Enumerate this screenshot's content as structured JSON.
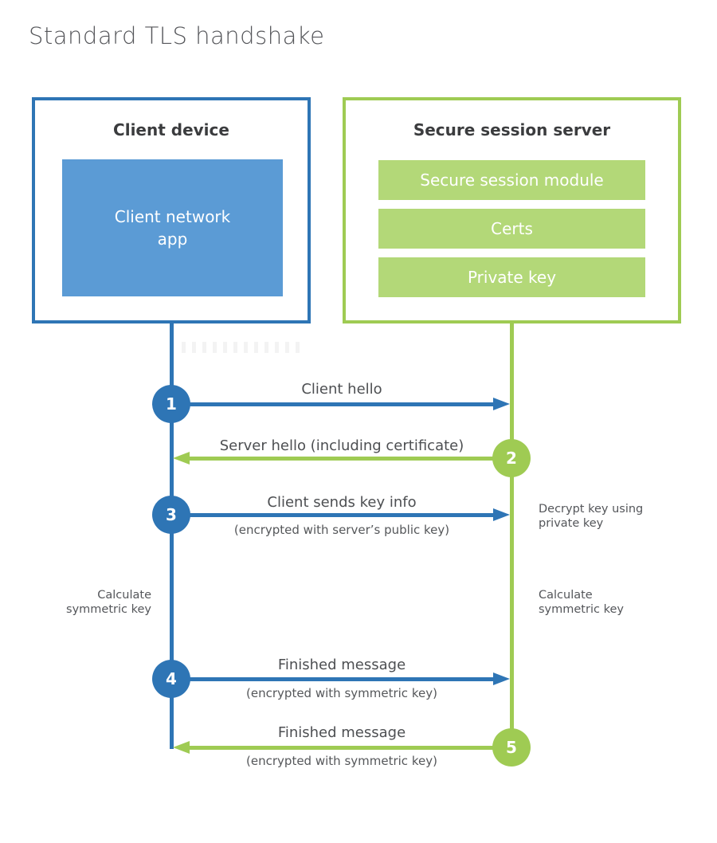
{
  "title": "Standard TLS handshake",
  "colors": {
    "client_accent": "#2e75b5",
    "client_fill": "#5b9bd5",
    "server_accent": "#9fcb53",
    "server_fill": "#b3d878",
    "heading_text": "#3b3c3e",
    "label_text": "#4d4f52",
    "title_text": "#55565a"
  },
  "client": {
    "title": "Client device",
    "app_label": "Client network\napp"
  },
  "server": {
    "title": "Secure session server",
    "modules": [
      "Secure session module",
      "Certs",
      "Private key"
    ]
  },
  "steps": [
    {
      "num": "1",
      "label": "Client hello",
      "sub": "",
      "direction": "client-to-server"
    },
    {
      "num": "2",
      "label": "Server hello (including certificate)",
      "sub": "",
      "direction": "server-to-client"
    },
    {
      "num": "3",
      "label": "Client sends key info",
      "sub": "(encrypted with server’s public key)",
      "direction": "client-to-server"
    },
    {
      "num": "4",
      "label": "Finished message",
      "sub": "(encrypted with symmetric key)",
      "direction": "client-to-server"
    },
    {
      "num": "5",
      "label": "Finished message",
      "sub": "(encrypted with symmetric key)",
      "direction": "server-to-client"
    }
  ],
  "annotations": {
    "decrypt_key": "Decrypt key using\nprivate key",
    "calculate_left": "Calculate\nsymmetric key",
    "calculate_right": "Calculate\nsymmetric key"
  }
}
